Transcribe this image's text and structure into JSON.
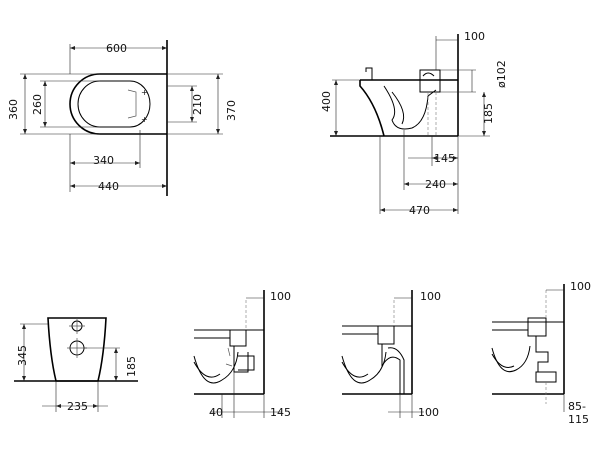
{
  "views": {
    "top": {
      "dim_width_top": "600",
      "dim_height_left": "360",
      "dim_inner_left": "260",
      "dim_right_inner": "210",
      "dim_right_outer": "370",
      "dim_bottom_a": "340",
      "dim_bottom_b": "440"
    },
    "side": {
      "dim_wall": "100",
      "dim_diameter": "ø102",
      "dim_height": "400",
      "dim_outlet": "185",
      "dim_a": "145",
      "dim_b": "240",
      "dim_c": "470"
    },
    "front": {
      "dim_height": "345",
      "dim_outlet": "185",
      "dim_width": "235"
    },
    "variant1": {
      "dim_wall": "100",
      "dim_left": "40",
      "dim_right": "145"
    },
    "variant2": {
      "dim_wall": "100",
      "dim_bottom": "100"
    },
    "variant3": {
      "dim_wall": "100",
      "dim_range_a": "85-",
      "dim_range_b": "115"
    }
  }
}
